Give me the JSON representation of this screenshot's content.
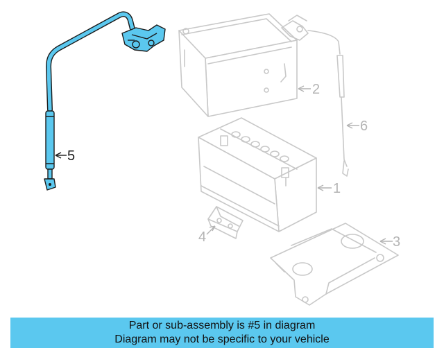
{
  "diagram": {
    "callouts": [
      {
        "number": "1",
        "part": "battery"
      },
      {
        "number": "2",
        "part": "battery-cover"
      },
      {
        "number": "3",
        "part": "battery-tray"
      },
      {
        "number": "4",
        "part": "hold-down-clamp"
      },
      {
        "number": "5",
        "part": "positive-cable",
        "highlighted": true
      },
      {
        "number": "6",
        "part": "negative-cable"
      }
    ],
    "highlight_color": "#5bc8ef",
    "ghost_color": "#c8c8c8"
  },
  "banner": {
    "line1": "Part or sub-assembly is #5 in diagram",
    "line2": "Diagram may not be specific to your vehicle",
    "color": "#5bc8ef"
  }
}
